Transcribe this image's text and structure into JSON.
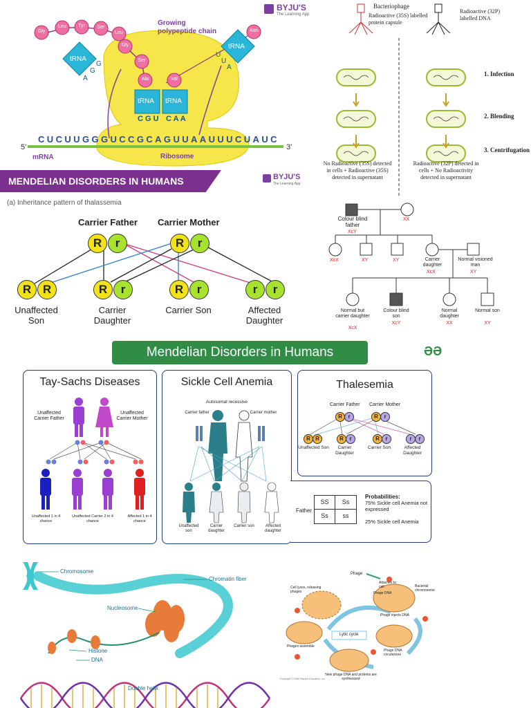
{
  "translation": {
    "brand": "BYJU'S",
    "brand_sub": "The Learning App",
    "amino_acids": [
      "Gly",
      "Leu",
      "Tyr",
      "Ser",
      "Leu",
      "Gly",
      "Ser",
      "Ala",
      "Val",
      "Asn"
    ],
    "growing_chain": "Growing polypeptide chain",
    "trna_label": "tRNA",
    "left_anticodon": [
      "A",
      "G",
      "G"
    ],
    "right_anticodon": [
      "U",
      "U",
      "A"
    ],
    "middle_anticodons": [
      "C G U",
      "C A A"
    ],
    "mrna_sequence": "CUCUUGGGUCCGCAGUUAAUUUCUAUC",
    "mrna_label": "mRNA",
    "five_prime": "5'",
    "three_prime": "3'",
    "ribosome_label": "Ribosome"
  },
  "hershey": {
    "bacteriophage": "Bacteriophage",
    "radio_protein": "Radioactive (35S) labelled protein capsule",
    "radio_dna": "Radioactive (32P) labelled DNA",
    "steps": [
      "1. Infection",
      "2. Blending",
      "3. Centrifugation"
    ],
    "left_result": "No Radioactive (35S) detected in cells + Radioactive (35S) detected in supernatant",
    "right_result": "Radioactive (32P) detected in cells + No Radioactivity detected in supernatant"
  },
  "banner": {
    "title": "MENDELIAN DISORDERS IN HUMANS",
    "brand": "BYJU'S",
    "brand_sub": "The Learning App",
    "caption": "(a) Inheritance pattern of thalassemia"
  },
  "thal_large": {
    "father": "Carrier Father",
    "mother": "Carrier Mother",
    "R": "R",
    "r": "r",
    "children": [
      {
        "alleles": [
          "R",
          "R"
        ],
        "label": "Unaffected Son"
      },
      {
        "alleles": [
          "R",
          "r"
        ],
        "label": "Carrier Daughter"
      },
      {
        "alleles": [
          "R",
          "r"
        ],
        "label": "Carrier Son"
      },
      {
        "alleles": [
          "r",
          "r"
        ],
        "label": "Affected Daughter"
      }
    ]
  },
  "pedigree": {
    "colour_blind_father": "Colour blind father",
    "father_geno": "XcY",
    "mother_geno": "XX",
    "gen2": [
      {
        "geno": "XcX",
        "label": ""
      },
      {
        "geno": "XY",
        "label": ""
      },
      {
        "geno": "XY",
        "label": ""
      },
      {
        "geno": "XcX",
        "label": "Carrier daughter"
      }
    ],
    "normal_man": "Normal visioned man",
    "normal_man_geno": "XY",
    "gen3": [
      {
        "label": "Normal but carrier daughter",
        "geno": "XcX"
      },
      {
        "label": "Colour blind son",
        "geno": "XcY"
      },
      {
        "label": "Normal daughter",
        "geno": "XX"
      },
      {
        "label": "Normal son",
        "geno": "XY"
      }
    ]
  },
  "gfg": {
    "title": "Mendelian Disorders in Humans",
    "logo": "ƏƏ",
    "tay_sachs": {
      "title": "Tay-Sachs Diseases",
      "father": "Unaffected Carrier Father",
      "mother": "Unaffected Carrier Mother",
      "children": [
        "Unaffected 1 in 4 chance",
        "Unaffected Carrier 2 in 4 chance",
        "Affected 1 in 4 chance"
      ]
    },
    "sickle": {
      "title": "Sickle Cell Anemia",
      "subtitle": "Autosomal recessive",
      "father": "Carrier father",
      "mother": "Carrier mother",
      "children": [
        "Unaffected son",
        "Carrier daughter",
        "Carrier son",
        "Affected daughter"
      ]
    },
    "thal": {
      "title": "Thalesemia",
      "father": "Carrier Father",
      "mother": "Carrier Mother",
      "children": [
        "Unaffected Son",
        "Carrier Daughter",
        "Carrier Son",
        "Affected Daughter"
      ]
    },
    "punnett": {
      "row_label": "Father",
      "cells": [
        "SS",
        "Ss",
        "Ss",
        "ss"
      ],
      "prob_title": "Probabilities:",
      "prob1": "75% Sickle cell Anemia not expressed",
      "prob2": "25% Sickle cell Anemia"
    }
  },
  "chromatin": {
    "chromosome": "Chromosome",
    "fiber": "Chromatin fiber",
    "nucleosome": "Nucleosome",
    "histone": "Histone",
    "dna": "DNA",
    "helix": "Double helix"
  },
  "lytic": {
    "phage": "Phage",
    "attaches": "Attaches to cell",
    "phage_dna": "Phage DNA",
    "bact_chrom": "Bacterial chromosome",
    "injects": "Phage injects DNA",
    "lyses": "Cell lyses, releasing phages",
    "cycle": "Lytic cycle",
    "circularizes": "Phage DNA circularizes",
    "assemble": "Phages assemble",
    "synth": "New phage DNA and proteins are synthesized",
    "copyright": "Copyright © 2008 Pearson Education, Inc."
  },
  "colors": {
    "ribosome": "#f6e64a",
    "trna": "#29b6d8",
    "amino": "#ef6fa0",
    "byjus": "#7b3fa0",
    "banner": "#7b2f8f",
    "allele_R": "#f2e21a",
    "allele_r": "#a6e22e",
    "gfg_green": "#2f8d46",
    "navy": "#223a75"
  }
}
